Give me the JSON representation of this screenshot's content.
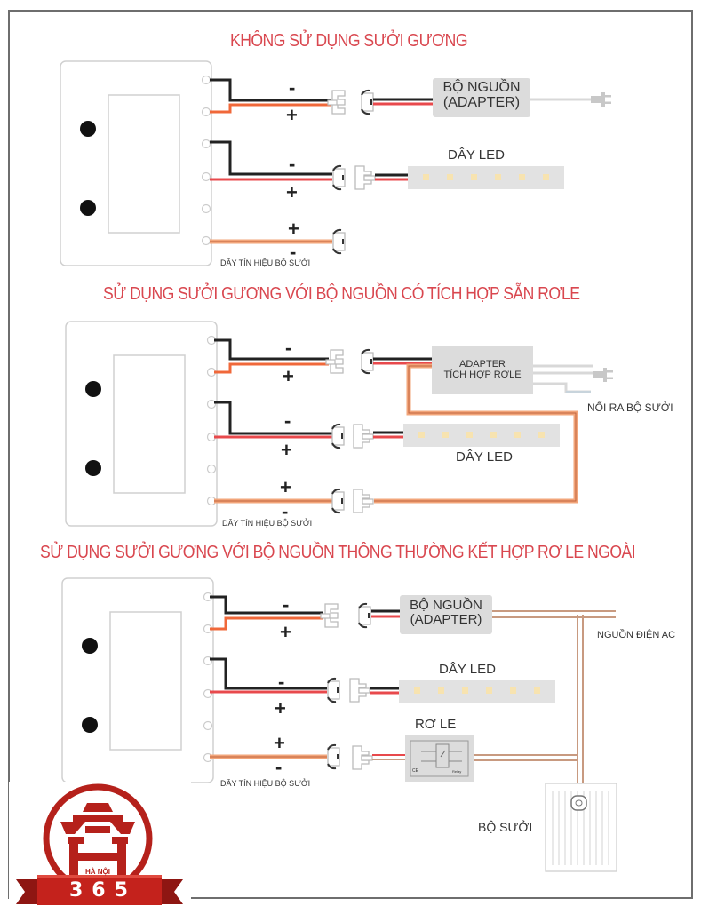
{
  "sections": [
    {
      "title": "KHÔNG SỬ DỤNG SƯỞI GƯƠNG",
      "wires": [
        {
          "polarity_top": "-",
          "polarity_bottom": "+",
          "target": "BỘ NGUỒN (ADAPTER)"
        },
        {
          "polarity_top": "-",
          "polarity_bottom": "+",
          "target": "DÂY LED"
        },
        {
          "polarity_top": "+",
          "polarity_bottom": "-",
          "target": "DÂY TÍN HIỆU BỘ SƯỞI"
        }
      ],
      "adapter_line1": "BỘ NGUỒN",
      "adapter_line2": "(ADAPTER)",
      "led_label": "DÂY LED",
      "signal_label": "DÂY TÍN HIỆU BỘ SƯỞI"
    },
    {
      "title": "SỬ DỤNG SƯỞI GƯƠNG VỚI BỘ NGUỒN CÓ TÍCH HỢP SẴN RƠLE",
      "wires": [
        {
          "polarity_top": "-",
          "polarity_bottom": "+",
          "target": "ADAPTER TÍCH HỢP RƠLE"
        },
        {
          "polarity_top": "-",
          "polarity_bottom": "+",
          "target": "DÂY LED"
        },
        {
          "polarity_top": "+",
          "polarity_bottom": "-",
          "target": "DÂY TÍN HIỆU BỘ SƯỞI"
        }
      ],
      "adapter_line1": "ADAPTER",
      "adapter_line2": "TÍCH HỢP RƠLE",
      "heater_out_label": "NỐI RA BỘ SƯỞI",
      "led_label": "DÂY LED",
      "signal_label": "DÂY TÍN HIỆU BỘ SƯỞI"
    },
    {
      "title": "SỬ DỤNG SƯỞI GƯƠNG VỚI BỘ NGUỒN THÔNG THƯỜNG KẾT HỢP RƠ LE NGOÀI",
      "wires": [
        {
          "polarity_top": "-",
          "polarity_bottom": "+",
          "target": "BỘ NGUỒN (ADAPTER)"
        },
        {
          "polarity_top": "-",
          "polarity_bottom": "+",
          "target": "DÂY LED"
        },
        {
          "polarity_top": "+",
          "polarity_bottom": "-",
          "target": "RƠ LE"
        }
      ],
      "adapter_line1": "BỘ NGUỒN",
      "adapter_line2": "(ADAPTER)",
      "ac_label": "NGUỒN ĐIỆN AC",
      "led_label": "DÂY LED",
      "relay_label": "RƠ LE",
      "relay_mark_left": "CE",
      "relay_mark_right": "Relay",
      "heater_label": "BỘ SƯỞI",
      "signal_label": "DÂY TÍN HIỆU BỘ SƯỞI"
    }
  ],
  "logo": {
    "city": "HÀ NỘI",
    "number": "365"
  },
  "colors": {
    "title_red": "#d9474f",
    "wire_black": "#222222",
    "wire_red": "#e8494c",
    "wire_orange": "#f0883e",
    "wire_signal": "#f2a57a",
    "ac_wire": "#c89a80",
    "box_gray": "#dcdcdc",
    "led_dot": "#f7e3b0",
    "logo_red": "#b5211b"
  }
}
